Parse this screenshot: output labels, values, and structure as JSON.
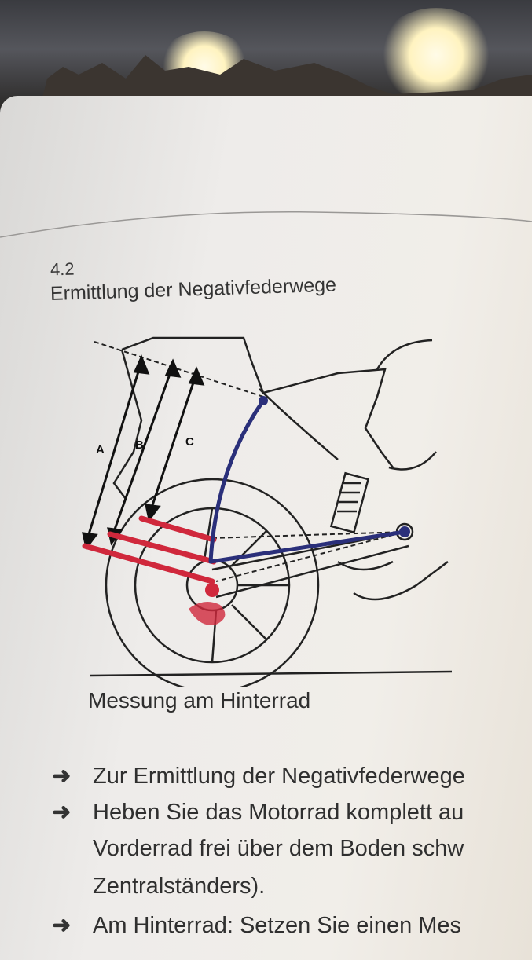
{
  "section": {
    "number": "4.2",
    "title": "Ermittlung der Negativfederwege"
  },
  "figure": {
    "labels": [
      "A",
      "B",
      "C"
    ],
    "caption": "Messung am Hinterrad",
    "colors": {
      "measure_lines": "#d0283c",
      "swing_arc": "#2a2f7a",
      "drawing": "#222222"
    }
  },
  "body": {
    "bullet_icon": "arrow-right-icon",
    "lines": [
      "Zur Ermittlung der Negativfederwege",
      "Heben Sie das Motorrad komplett au",
      "Vorderrad frei über dem Boden schw",
      "Zentralständers).",
      "Am Hinterrad: Setzen Sie einen Mes"
    ]
  }
}
